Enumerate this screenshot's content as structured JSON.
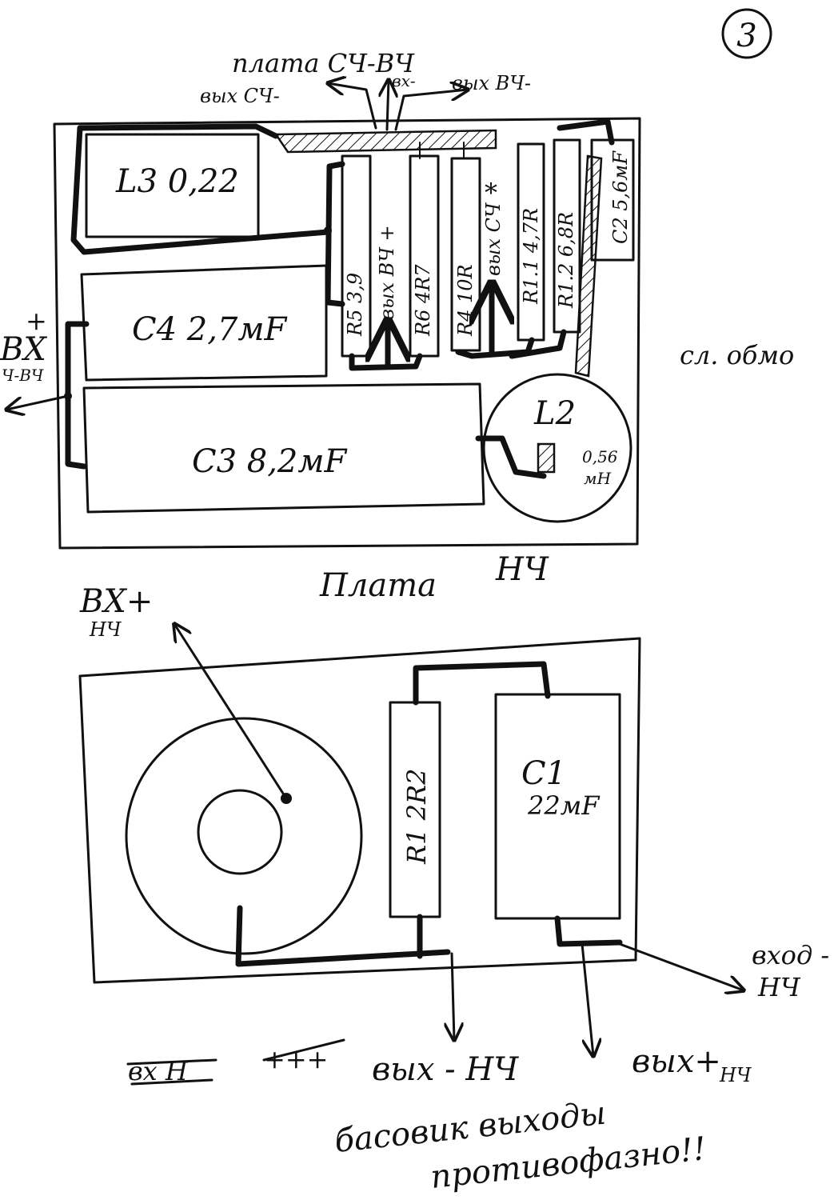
{
  "page_number": "3",
  "top_board": {
    "title": "плата СЧ-ВЧ",
    "outputs": {
      "out_mid_minus": "вых СЧ-",
      "in_minus": "вх-",
      "out_hf_minus": "вых ВЧ-"
    },
    "input_label": {
      "plus": "+",
      "bx": "ВХ",
      "sub": "Ч-ВЧ"
    },
    "components": {
      "L3": "L3 0,22",
      "C4": "C4 2,7мF",
      "C3": "C3 8,2мF",
      "L2": "L2",
      "L2_value": "0,56",
      "L2_unit": "мН",
      "C2": "C2 5,6мF",
      "R5": "R5 3,9",
      "R6": "R6 4R7",
      "R4": "R4 10R",
      "R1_1": "R1.1 4,7R",
      "R1_2": "R1.2 6,8R",
      "out_hf_plus": "вых ВЧ +",
      "out_mid_plus": "вых СЧ",
      "asterisk": "*"
    },
    "side_note": "сл. обмо"
  },
  "bottom_board": {
    "title": "Плата",
    "title_suffix": "НЧ",
    "input_plus": "ВХ+",
    "input_sub": "НЧ",
    "resistor": "R1 2R2",
    "capacitor": "C1",
    "capacitor_value": "22мF",
    "input_minus": "вход -",
    "input_minus_sub": "НЧ",
    "output_minus": "вых - НЧ",
    "output_plus": "вых+",
    "output_plus_sub": "НЧ",
    "crossed_out_1": "вх Н",
    "crossed_out_2": "+++"
  },
  "footer_note": {
    "line1": "басовик выходы",
    "line2": "противофазно!!"
  }
}
